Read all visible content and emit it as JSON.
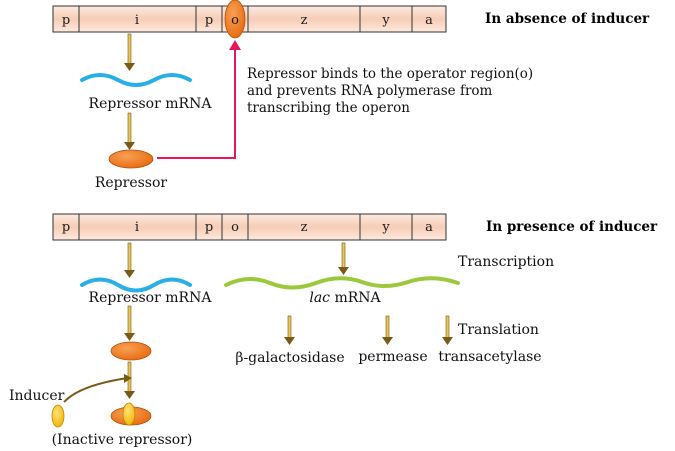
{
  "top_panel": {
    "heading": "In absence of inducer",
    "genes": [
      "p",
      "i",
      "p",
      "o",
      "z",
      "y",
      "a"
    ],
    "repressor_mrna_label": "Repressor mRNA",
    "repressor_label": "Repressor",
    "note_line1": "Repressor binds to the operator region(o)",
    "note_line2": "and prevents RNA polymerase from",
    "note_line3": "transcribing the operon"
  },
  "bottom_panel": {
    "heading": "In presence of inducer",
    "genes": [
      "p",
      "i",
      "p",
      "o",
      "z",
      "y",
      "a"
    ],
    "repressor_mrna_label": "Repressor mRNA",
    "lac_mrna_italic": "lac",
    "lac_mrna_rest": " mRNA",
    "transcription_label": "Transcription",
    "translation_label": "Translation",
    "products": [
      "β-galactosidase",
      "permease",
      "transacetylase"
    ],
    "inducer_label": "Inducer",
    "inactive_repressor_label": "(Inactive repressor)"
  },
  "colors": {
    "gene_fill": "#f9d9c9",
    "gene_stroke": "#333333",
    "repressor_orange": "#f07f22",
    "inducer_yellow": "#f8c21a",
    "mrna_blue": "#2aaee6",
    "lac_mrna_green": "#9cc93b",
    "arrow_brown": "#7a5a16",
    "arrow_yellow": "#e7c55a",
    "red_arrow": "#e5195a"
  }
}
